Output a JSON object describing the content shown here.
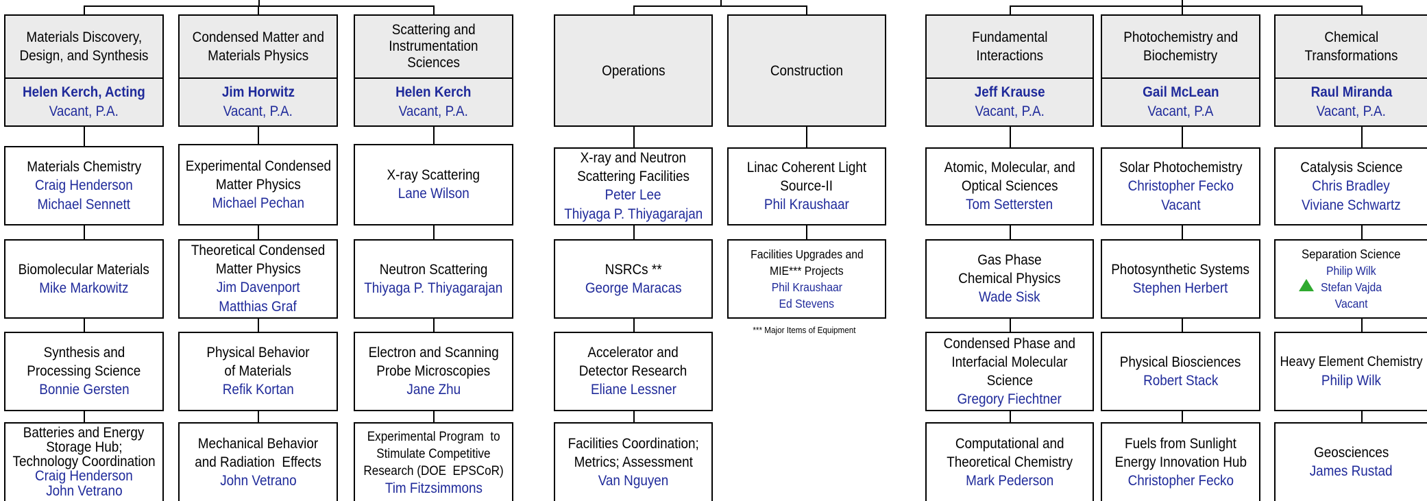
{
  "divisions": [
    {
      "header": {
        "title": [
          "Materials Discovery,",
          "Design, and Synthesis"
        ],
        "lead": "Helen Kerch, Acting",
        "pa": "Vacant, P.A."
      },
      "teams": [
        {
          "title": [
            "Materials Chemistry"
          ],
          "names": [
            "Craig Henderson",
            "Michael Sennett"
          ]
        },
        {
          "title": [
            "Biomolecular Materials"
          ],
          "names": [
            "Mike Markowitz"
          ]
        },
        {
          "title": [
            "Synthesis and",
            "Processing Science"
          ],
          "names": [
            "Bonnie Gersten"
          ]
        },
        {
          "title": [
            "Batteries and Energy",
            "Storage Hub;",
            "Technology Coordination"
          ],
          "names": [
            "Craig Henderson",
            "John Vetrano"
          ]
        }
      ]
    },
    {
      "header": {
        "title": [
          "Condensed Matter and",
          "Materials Physics"
        ],
        "lead": "Jim Horwitz",
        "pa": "Vacant, P.A."
      },
      "teams": [
        {
          "title": [
            "Experimental Condensed",
            "Matter Physics"
          ],
          "names": [
            "Michael Pechan"
          ]
        },
        {
          "title": [
            "Theoretical Condensed",
            "Matter Physics"
          ],
          "names": [
            "Jim Davenport",
            "Matthias Graf"
          ]
        },
        {
          "title": [
            "Physical Behavior",
            "of Materials"
          ],
          "names": [
            "Refik Kortan"
          ]
        },
        {
          "title": [
            "Mechanical Behavior",
            "and Radiation  Effects"
          ],
          "names": [
            "John Vetrano"
          ]
        }
      ]
    },
    {
      "header": {
        "title": [
          "Scattering and",
          "Instrumentation",
          "Sciences"
        ],
        "lead": "Helen Kerch",
        "pa": "Vacant, P.A."
      },
      "teams": [
        {
          "title": [
            "X-ray Scattering"
          ],
          "names": [
            "Lane Wilson"
          ]
        },
        {
          "title": [
            "Neutron Scattering"
          ],
          "names": [
            "Thiyaga P. Thiyagarajan"
          ]
        },
        {
          "title": [
            "Electron and Scanning",
            "Probe Microscopies"
          ],
          "names": [
            "Jane Zhu"
          ]
        },
        {
          "title": [
            "Experimental Program  to",
            "Stimulate Competitive",
            "Research (DOE  EPSCoR)"
          ],
          "names": [
            "Tim Fitzsimmons"
          ]
        }
      ]
    },
    {
      "header": {
        "title": [
          "Operations"
        ]
      },
      "teams": [
        {
          "title": [
            "X-ray and Neutron",
            "Scattering Facilities"
          ],
          "names": [
            "Peter Lee",
            "Thiyaga P. Thiyagarajan"
          ]
        },
        {
          "title": [
            "NSRCs **"
          ],
          "names": [
            "George Maracas"
          ]
        },
        {
          "title": [
            "Accelerator and",
            "Detector Research"
          ],
          "names": [
            "Eliane Lessner"
          ]
        },
        {
          "title": [
            "Facilities Coordination;",
            "Metrics; Assessment"
          ],
          "names": [
            "Van Nguyen"
          ]
        }
      ]
    },
    {
      "header": {
        "title": [
          "Construction"
        ]
      },
      "teams": [
        {
          "title": [
            "Linac Coherent Light",
            "Source-II"
          ],
          "names": [
            "Phil Kraushaar"
          ]
        },
        {
          "title": [
            "Facilities Upgrades and",
            "MIE*** Projects"
          ],
          "names": [
            "Phil Kraushaar",
            "Ed Stevens"
          ]
        }
      ],
      "footnote": "*** Major Items of Equipment"
    },
    {
      "header": {
        "title": [
          "Fundamental",
          "Interactions"
        ],
        "lead": "Jeff Krause",
        "pa": "Vacant, P.A."
      },
      "teams": [
        {
          "title": [
            "Atomic, Molecular, and",
            "Optical Sciences"
          ],
          "names": [
            "Tom Settersten"
          ]
        },
        {
          "title": [
            "Gas Phase",
            "Chemical Physics"
          ],
          "names": [
            "Wade Sisk"
          ]
        },
        {
          "title": [
            "Condensed Phase and",
            "Interfacial Molecular",
            "Science"
          ],
          "names": [
            "Gregory Fiechtner"
          ]
        },
        {
          "title": [
            "Computational and",
            "Theoretical Chemistry"
          ],
          "names": [
            "Mark Pederson"
          ]
        }
      ]
    },
    {
      "header": {
        "title": [
          "Photochemistry and",
          "Biochemistry"
        ],
        "lead": "Gail McLean",
        "pa": "Vacant, P.A"
      },
      "teams": [
        {
          "title": [
            "Solar Photochemistry"
          ],
          "names": [
            "Christopher Fecko",
            "Vacant"
          ]
        },
        {
          "title": [
            "Photosynthetic Systems"
          ],
          "names": [
            "Stephen Herbert"
          ]
        },
        {
          "title": [
            "Physical Biosciences"
          ],
          "names": [
            "Robert Stack"
          ]
        },
        {
          "title": [
            "Fuels from Sunlight",
            "Energy Innovation Hub"
          ],
          "names": [
            "Christopher Fecko"
          ]
        }
      ]
    },
    {
      "header": {
        "title": [
          "Chemical",
          "Transformations"
        ],
        "lead": "Raul Miranda",
        "pa": "Vacant, P.A."
      },
      "teams": [
        {
          "title": [
            "Catalysis Science"
          ],
          "names": [
            "Chris Bradley",
            "Viviane Schwartz"
          ]
        },
        {
          "title": [
            "Separation Science"
          ],
          "names": [
            "Philip Wilk",
            "Stefan Vajda",
            "Vacant"
          ],
          "marker": "green-triangle-icon"
        },
        {
          "title": [
            "Heavy Element Chemistry"
          ],
          "names": [
            "Philip Wilk"
          ]
        },
        {
          "title": [
            "Geosciences"
          ],
          "names": [
            "James Rustad"
          ]
        }
      ]
    }
  ]
}
